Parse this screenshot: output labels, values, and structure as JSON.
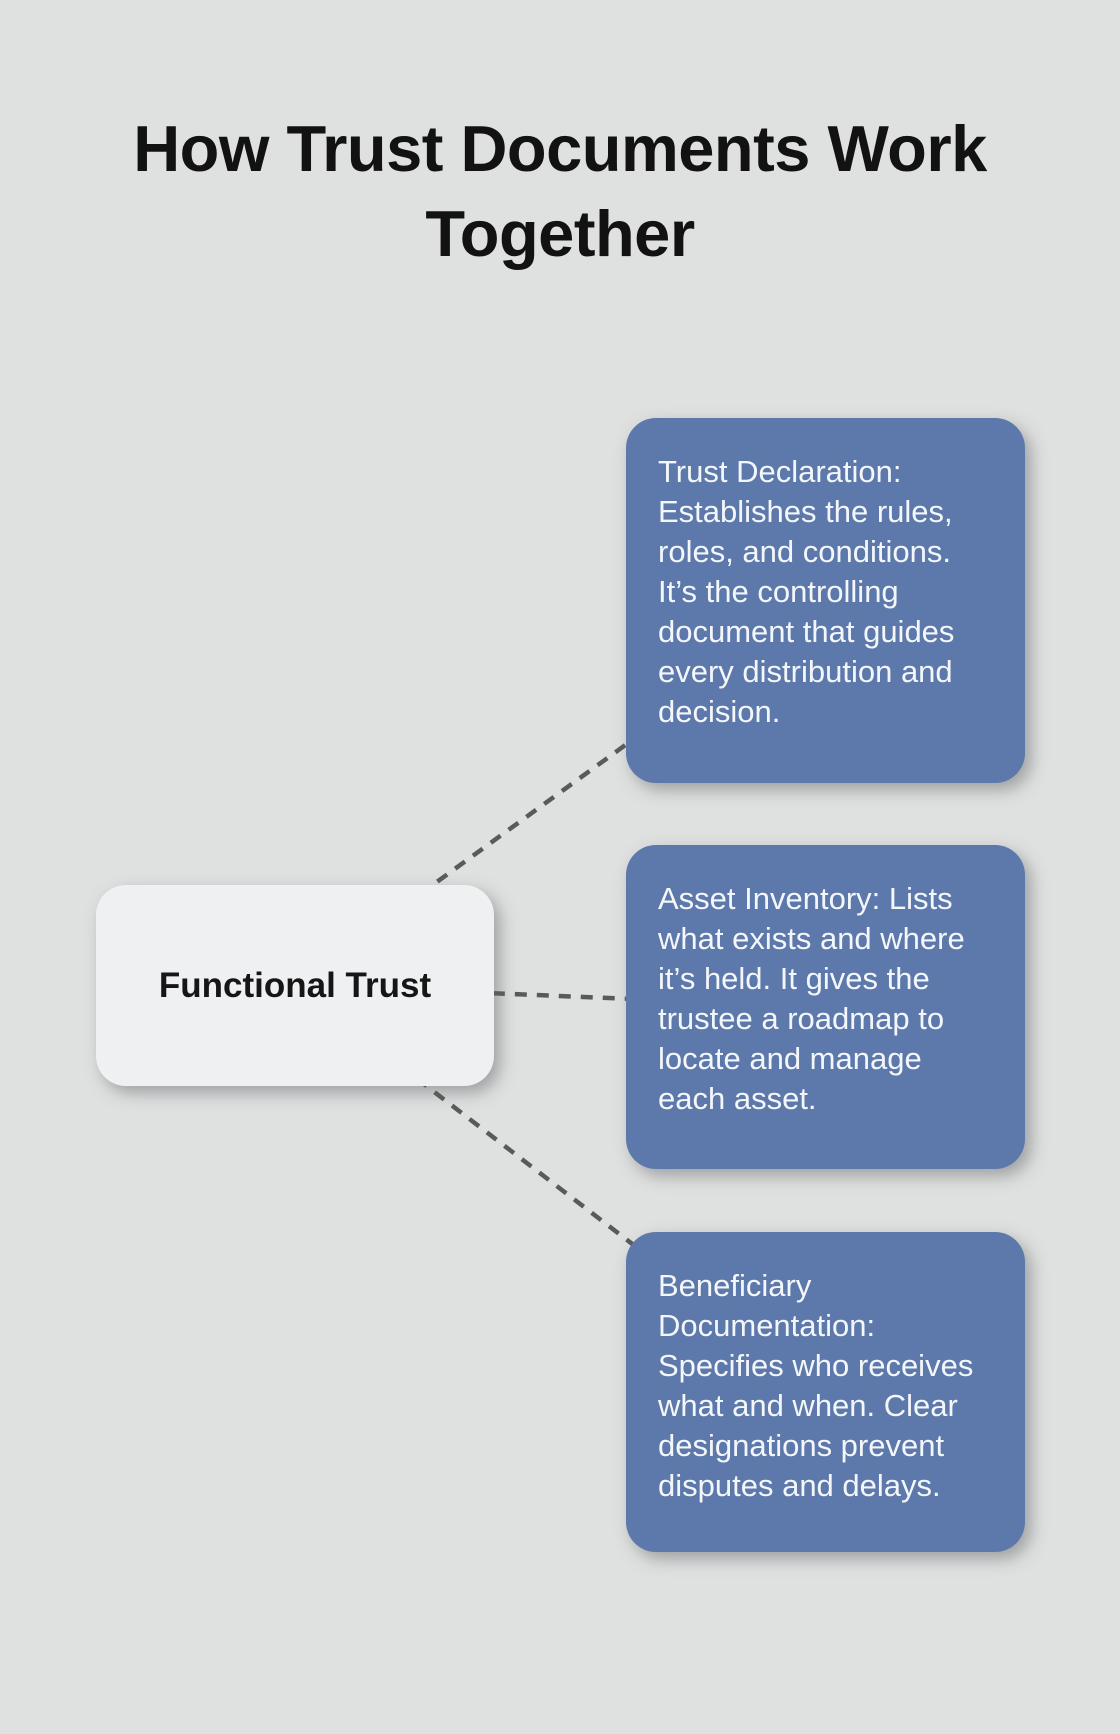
{
  "title": {
    "line1": "How Trust Documents Work",
    "line2": "Together"
  },
  "center_node": {
    "label": "Functional Trust"
  },
  "cards": [
    {
      "id": "trust-declaration",
      "lines": [
        "Trust Declaration:",
        "Establishes the rules,",
        "roles, and conditions.",
        "It’s the controlling",
        "document that guides",
        "every distribution and",
        "decision."
      ]
    },
    {
      "id": "asset-inventory",
      "lines": [
        "Asset Inventory: Lists",
        "what exists and where",
        "it’s held. It gives the",
        "trustee a roadmap to",
        "locate and manage",
        "each asset."
      ]
    },
    {
      "id": "beneficiary-documentation",
      "lines": [
        "Beneficiary",
        "Documentation:",
        "Specifies who receives",
        "what and when. Clear",
        "designations prevent",
        "disputes and delays."
      ]
    }
  ],
  "colors": {
    "background": "#dfe1e0",
    "card_blue": "#5d78ab",
    "card_text": "#f4f7fa",
    "center_fill": "#eff0f2",
    "center_text": "#161616",
    "connector": "#5a5a5a",
    "title_text": "#121212"
  }
}
